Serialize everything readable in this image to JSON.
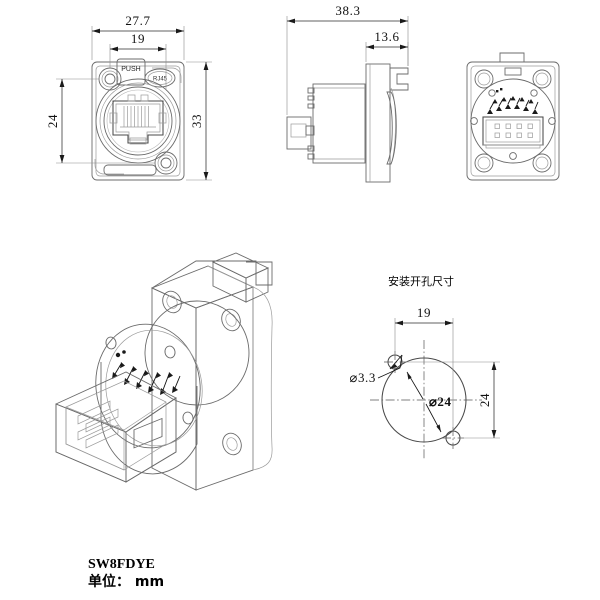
{
  "drawing": {
    "title_label": "SW8FDYE",
    "units_label": "单位： mm",
    "section_label_holes": "安装开孔尺寸"
  },
  "front_view": {
    "name": "front-view",
    "dim_width_outer": "27.7",
    "dim_width_inner": "19",
    "dim_height_outer": "33",
    "dim_height_inner": "24",
    "push_label": "PUSH",
    "port_label": "RJ45"
  },
  "side_view": {
    "name": "side-view",
    "dim_total_depth": "38.3",
    "dim_flange_depth": "13.6"
  },
  "rear_view": {
    "name": "rear-view",
    "pin_rows": 2,
    "pin_columns": 4
  },
  "iso_view": {
    "name": "isometric-view"
  },
  "panel_cutout": {
    "name": "panel-cutout-detail",
    "dim_hole_spacing_h": "19",
    "dim_hole_spacing_v": "24",
    "dim_screw_hole": "⌀3.3",
    "dim_center_bore": "⌀24"
  },
  "colors": {
    "line": "#6b6b6b",
    "line_dark": "#4a4a4a",
    "dimension": "#2b2b2b",
    "text": "#000000",
    "background": "#ffffff"
  }
}
